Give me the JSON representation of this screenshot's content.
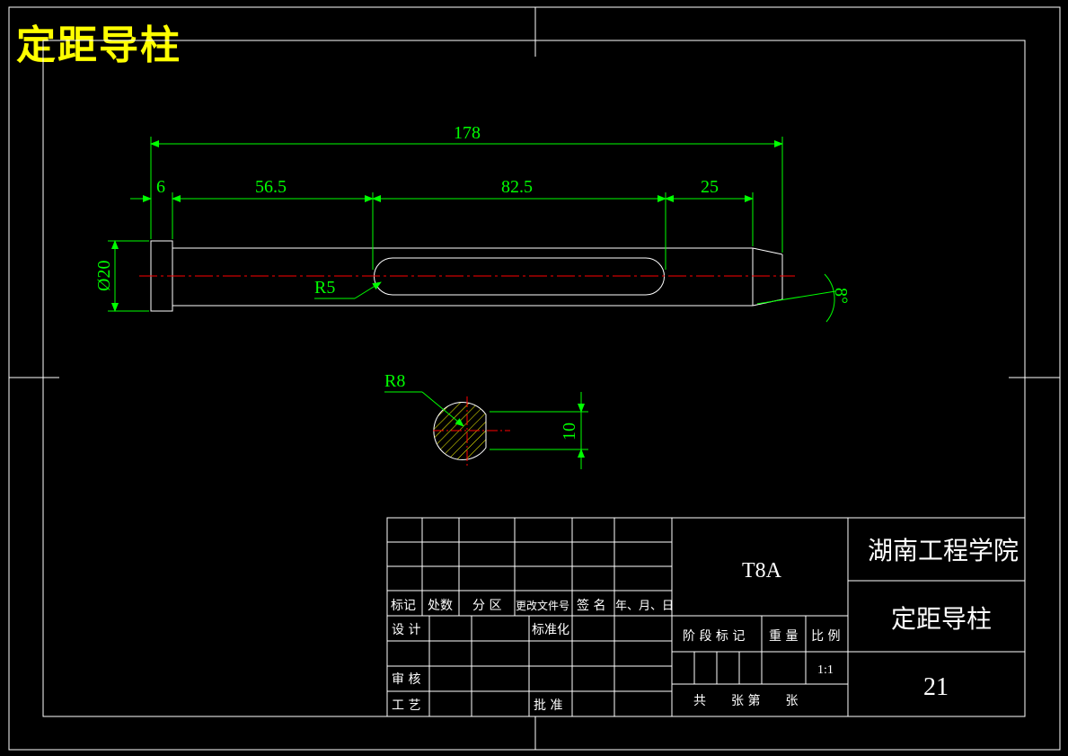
{
  "drawing_title": "定距导柱",
  "colors": {
    "background": "#000000",
    "outline": "#ffffff",
    "dimension": "#00ff00",
    "centerline": "#ff0000",
    "title": "#ffff00",
    "hatch": "#ffff00"
  },
  "dimensions": {
    "overall_length": "178",
    "head_length": "6",
    "seg1": "56.5",
    "slot_length": "82.5",
    "seg_end": "25",
    "diameter": "Ø20",
    "slot_radius": "R5",
    "taper_angle": "8°",
    "section_radius": "R8",
    "section_width": "10"
  },
  "title_block": {
    "row_labels": {
      "mark": "标记",
      "count": "处数",
      "zone": "分 区",
      "change_doc": "更改文件号",
      "sign": "签 名",
      "date": "年、月、日"
    },
    "design": "设 计",
    "standardize": "标准化",
    "review": "审 核",
    "process": "工 艺",
    "approve": "批 准",
    "material": "T8A",
    "stage_mark": "阶 段 标 记",
    "weight": "重 量",
    "scale_label": "比 例",
    "scale": "1:1",
    "sheets": "共　　张 第　　张",
    "school": "湖南工程学院",
    "part_name": "定距导柱",
    "drawing_no": "21"
  }
}
